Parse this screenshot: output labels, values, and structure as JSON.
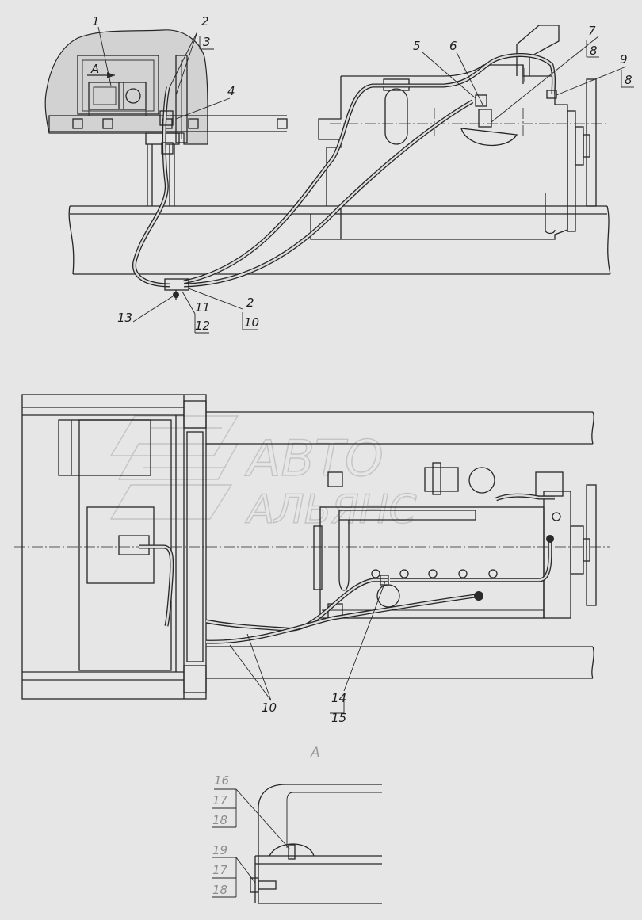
{
  "watermark": {
    "line1": "АВТО",
    "line2": "АЛЬЯНС"
  },
  "view_label": "А",
  "view_arrow_label": "А",
  "callouts": [
    {
      "id": "c1",
      "text": "1"
    },
    {
      "id": "c2a",
      "text": "2"
    },
    {
      "id": "c3",
      "text": "3"
    },
    {
      "id": "c4",
      "text": "4"
    },
    {
      "id": "c5",
      "text": "5"
    },
    {
      "id": "c6",
      "text": "6"
    },
    {
      "id": "c7",
      "text": "7"
    },
    {
      "id": "c8a",
      "text": "8"
    },
    {
      "id": "c9",
      "text": "9"
    },
    {
      "id": "c8b",
      "text": "8"
    },
    {
      "id": "c13",
      "text": "13"
    },
    {
      "id": "c11",
      "text": "11"
    },
    {
      "id": "c12",
      "text": "12"
    },
    {
      "id": "c2b",
      "text": "2"
    },
    {
      "id": "c10a",
      "text": "10"
    },
    {
      "id": "c10b",
      "text": "10"
    },
    {
      "id": "c14",
      "text": "14"
    },
    {
      "id": "c15",
      "text": "15"
    },
    {
      "id": "c16",
      "text": "16"
    },
    {
      "id": "c17a",
      "text": "17"
    },
    {
      "id": "c18a",
      "text": "18"
    },
    {
      "id": "c19",
      "text": "19"
    },
    {
      "id": "c17b",
      "text": "17"
    },
    {
      "id": "c18b",
      "text": "18"
    }
  ]
}
